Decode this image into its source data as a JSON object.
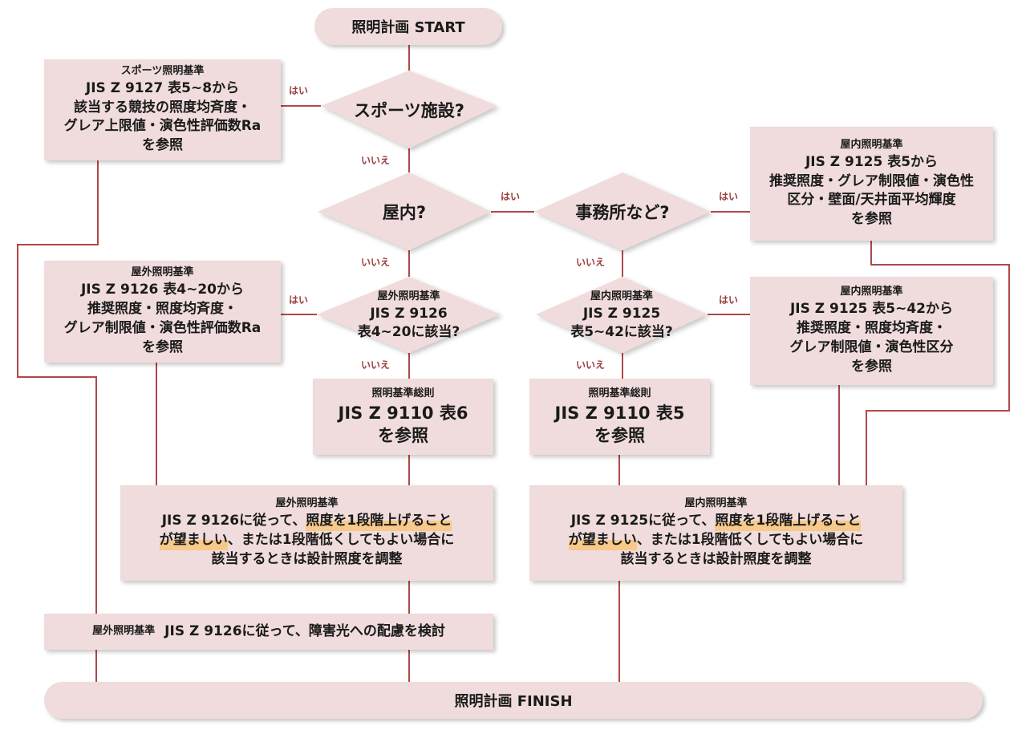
{
  "start": "照明計画 START",
  "finish": "照明計画 FINISH",
  "labels": {
    "yes": "はい",
    "no": "いいえ"
  },
  "decisions": {
    "sports": "スポーツ施設?",
    "indoor": "屋内?",
    "office": "事務所など?",
    "outdoor_check": {
      "title": "屋外照明基準",
      "line1": "JIS Z 9126",
      "line2": "表4~20に該当?"
    },
    "indoor_check": {
      "title": "屋内照明基準",
      "line1": "JIS Z 9125",
      "line2": "表5~42に該当?"
    }
  },
  "boxes": {
    "sports": {
      "title": "スポーツ照明基準",
      "lines": [
        "JIS Z 9127 表5~8から",
        "該当する競技の照度均斉度・",
        "グレア上限値・演色性評価数Ra",
        "を参照"
      ]
    },
    "indoor_office": {
      "title": "屋内照明基準",
      "lines": [
        "JIS Z 9125 表5から",
        "推奨照度・グレア制限値・演色性",
        "区分・壁面/天井面平均輝度",
        "を参照"
      ]
    },
    "outdoor": {
      "title": "屋外照明基準",
      "lines": [
        "JIS Z 9126 表4~20から",
        "推奨照度・照度均斉度・",
        "グレア制限値・演色性評価数Ra",
        "を参照"
      ]
    },
    "indoor_general": {
      "title": "屋内照明基準",
      "lines": [
        "JIS Z 9125 表5~42から",
        "推奨照度・照度均斉度・",
        "グレア制限値・演色性区分",
        "を参照"
      ]
    },
    "general6": {
      "title": "照明基準総則",
      "lines": [
        "JIS Z 9110 表6",
        "を参照"
      ]
    },
    "general5": {
      "title": "照明基準総則",
      "lines": [
        "JIS Z 9110 表5",
        "を参照"
      ]
    },
    "outdoor_adjust": {
      "title": "屋外照明基準",
      "line1_pre": "JIS Z 9126に従って、",
      "line1_hl": "照度を1段階上げること",
      "line2_hl": "が望ましい",
      "line2_post": "、または1段階低くしてもよい場合に",
      "line3": "該当するときは設計照度を調整"
    },
    "indoor_adjust": {
      "title": "屋内照明基準",
      "line1_pre": "JIS Z 9125に従って、",
      "line1_hl": "照度を1段階上げること",
      "line2_hl": "が望ましい",
      "line2_post": "、または1段階低くしてもよい場合に",
      "line3": "該当するときは設計照度を調整"
    },
    "obtrusive": {
      "title": "屋外照明基準",
      "text": "JIS Z 9126に従って、障害光への配慮を検討"
    }
  },
  "colors": {
    "box": "#f0dcdc",
    "line": "#b04848",
    "label": "#9c3c3c",
    "highlight": "#f7c98a"
  }
}
